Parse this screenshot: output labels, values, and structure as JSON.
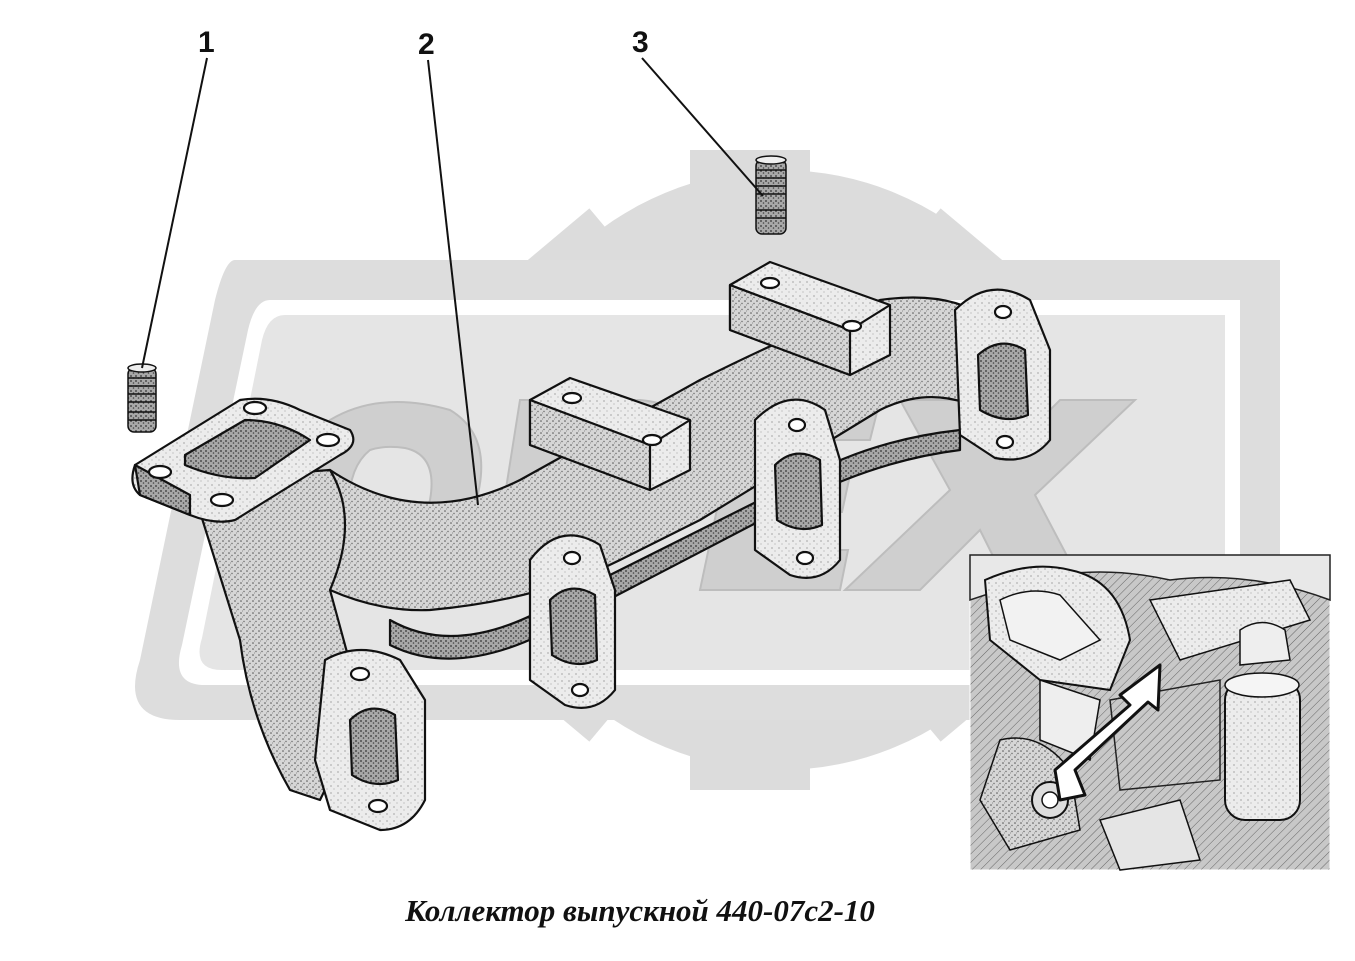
{
  "callouts": [
    {
      "id": "1",
      "label": "1"
    },
    {
      "id": "2",
      "label": "2"
    },
    {
      "id": "3",
      "label": "3"
    }
  ],
  "caption": "Коллектор выпускной 440-07с2-10",
  "colors": {
    "watermark": "#d9d9d9",
    "ink": "#111111",
    "part_fill": "#c9c9c9",
    "inset_fill": "#bdbdbd"
  },
  "icons": [
    "gear-watermark",
    "stud-icon",
    "locator-arrow-icon"
  ]
}
